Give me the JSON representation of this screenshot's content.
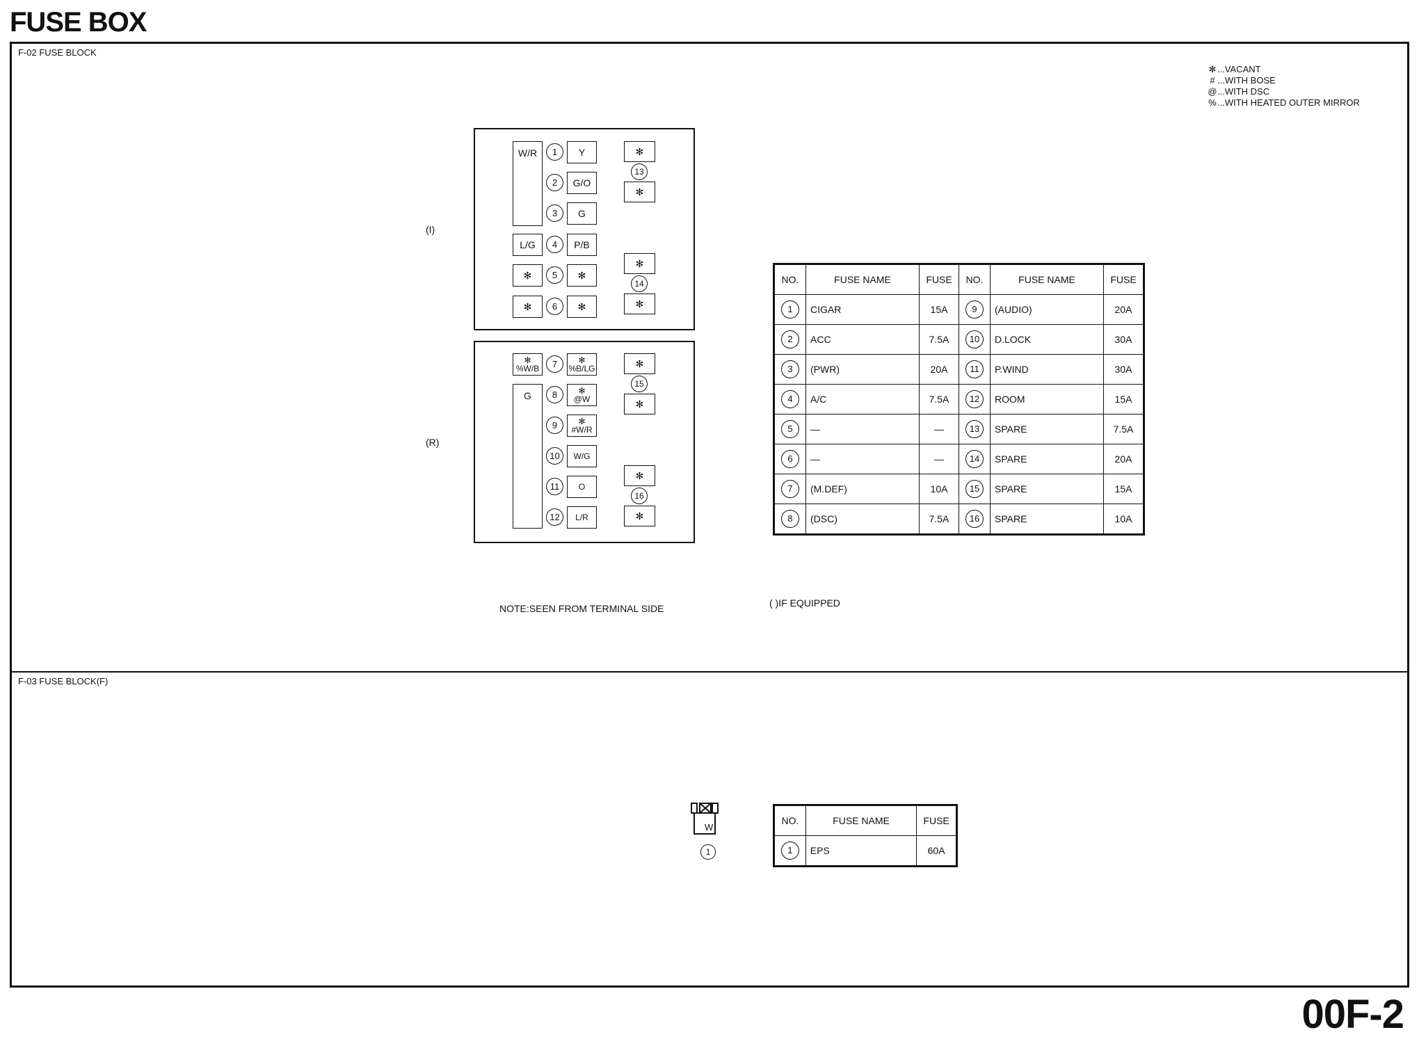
{
  "page": {
    "title": "FUSE BOX",
    "page_code": "00F-2"
  },
  "legend": [
    {
      "symbol": "✻",
      "text": "...VACANT"
    },
    {
      "symbol": "#",
      "text": "...WITH BOSE"
    },
    {
      "symbol": "@",
      "text": "...WITH DSC"
    },
    {
      "symbol": "%",
      "text": "...WITH HEATED OUTER MIRROR"
    }
  ],
  "section_f02": {
    "label": "F-02 FUSE BLOCK",
    "side_left": "(I)",
    "side_right": "(R)",
    "note": "NOTE:SEEN FROM TERMINAL SIDE",
    "if_equipped": "( )IF EQUIPPED",
    "block_i": {
      "big_left": "W/R",
      "rows": [
        {
          "num": "1",
          "left": "",
          "right": "Y"
        },
        {
          "num": "2",
          "left": "",
          "right": "G/O"
        },
        {
          "num": "3",
          "left": "",
          "right": "G"
        },
        {
          "num": "4",
          "left": "L/G",
          "right": "P/B"
        },
        {
          "num": "5",
          "left": "✻",
          "right": "✻"
        },
        {
          "num": "6",
          "left": "✻",
          "right": "✻"
        }
      ],
      "spare_groups": [
        {
          "num": "13",
          "top": "✻",
          "bottom": "✻"
        },
        {
          "num": "14",
          "top": "✻",
          "bottom": "✻"
        }
      ]
    },
    "block_r": {
      "big_left": "G",
      "row7_left_top": "✻",
      "row7_left_bottom": "%W/B",
      "rows": [
        {
          "num": "7",
          "right_top": "✻",
          "right_bottom": "%B/LG"
        },
        {
          "num": "8",
          "right_top": "✻",
          "right_bottom": "@W"
        },
        {
          "num": "9",
          "right_top": "✻",
          "right_bottom": "#W/R"
        },
        {
          "num": "10",
          "right_top": "",
          "right_bottom": "W/G"
        },
        {
          "num": "11",
          "right_top": "",
          "right_bottom": "O"
        },
        {
          "num": "12",
          "right_top": "",
          "right_bottom": "L/R"
        }
      ],
      "spare_groups": [
        {
          "num": "15",
          "top": "✻",
          "bottom": "✻"
        },
        {
          "num": "16",
          "top": "✻",
          "bottom": "✻"
        }
      ]
    },
    "table": {
      "headers": [
        "NO.",
        "FUSE NAME",
        "FUSE",
        "NO.",
        "FUSE NAME",
        "FUSE"
      ],
      "rows": [
        {
          "no1": "1",
          "name1": "CIGAR",
          "fuse1": "15A",
          "no2": "9",
          "name2": "(AUDIO)",
          "fuse2": "20A"
        },
        {
          "no1": "2",
          "name1": "ACC",
          "fuse1": "7.5A",
          "no2": "10",
          "name2": "D.LOCK",
          "fuse2": "30A"
        },
        {
          "no1": "3",
          "name1": "(PWR)",
          "fuse1": "20A",
          "no2": "11",
          "name2": "P.WIND",
          "fuse2": "30A"
        },
        {
          "no1": "4",
          "name1": "A/C",
          "fuse1": "7.5A",
          "no2": "12",
          "name2": "ROOM",
          "fuse2": "15A"
        },
        {
          "no1": "5",
          "name1": "—",
          "fuse1": "—",
          "no2": "13",
          "name2": "SPARE",
          "fuse2": "7.5A"
        },
        {
          "no1": "6",
          "name1": "—",
          "fuse1": "—",
          "no2": "14",
          "name2": "SPARE",
          "fuse2": "20A"
        },
        {
          "no1": "7",
          "name1": "(M.DEF)",
          "fuse1": "10A",
          "no2": "15",
          "name2": "SPARE",
          "fuse2": "15A"
        },
        {
          "no1": "8",
          "name1": "(DSC)",
          "fuse1": "7.5A",
          "no2": "16",
          "name2": "SPARE",
          "fuse2": "10A"
        }
      ]
    }
  },
  "section_f03": {
    "label": "F-03 FUSE BLOCK(F)",
    "connector_wire": "W",
    "connector_num": "1",
    "table": {
      "headers": [
        "NO.",
        "FUSE NAME",
        "FUSE"
      ],
      "rows": [
        {
          "no": "1",
          "name": "EPS",
          "fuse": "60A"
        }
      ]
    }
  }
}
